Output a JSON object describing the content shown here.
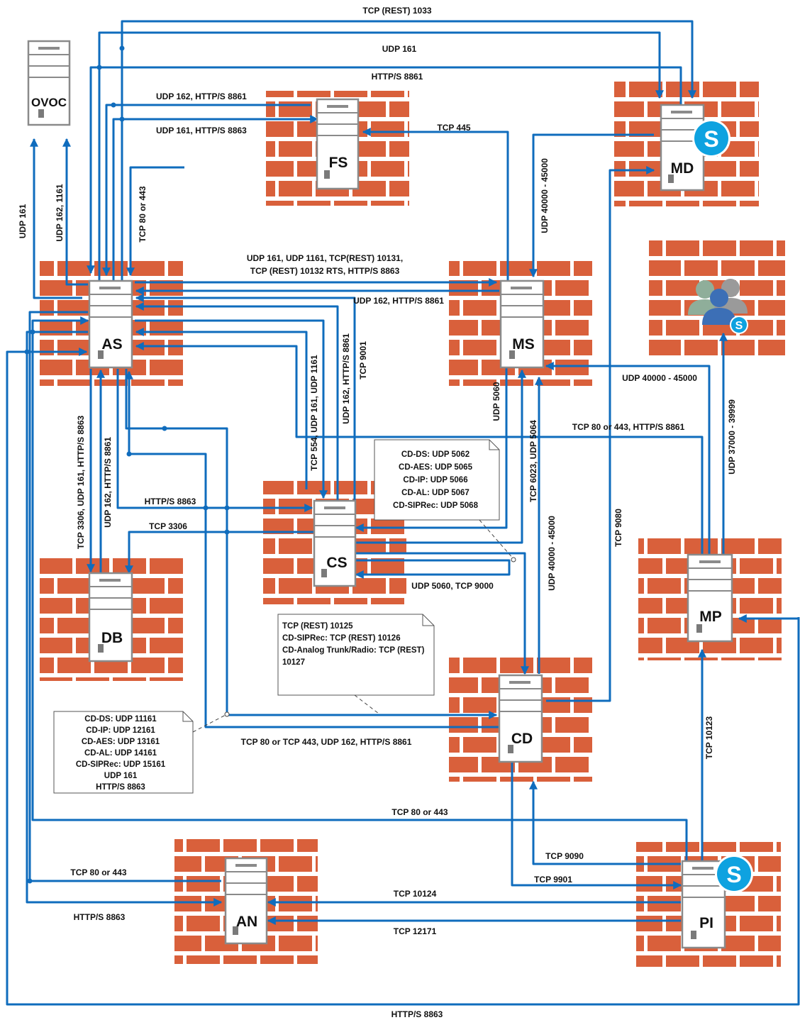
{
  "colors": {
    "line": "#0f6cbd",
    "brick": "#d9603b",
    "mortar": "#ffffff",
    "server_fill": "#ffffff",
    "server_stroke": "#8a8a8a",
    "skype": "#0ea2e0",
    "text": "#111111"
  },
  "servers": {
    "ovoc": "OVOC",
    "fs": "FS",
    "md": "MD",
    "as": "AS",
    "ms": "MS",
    "cs": "CS",
    "db": "DB",
    "cd": "CD",
    "mp": "MP",
    "an": "AN",
    "pi": "PI"
  },
  "icons": {
    "skype_md": "skype-icon",
    "skype_pi": "skype-icon",
    "users_group": "users-group-icon",
    "skype_users": "skype-icon"
  },
  "labels": {
    "tcp_rest_1033": "TCP (REST) 1033",
    "udp_161_top": "UDP 161",
    "https_8861_top": "HTTP/S 8861",
    "udp162_https8861_fs": "UDP 162, HTTP/S 8861",
    "udp161_https8863_fs": "UDP 161, HTTP/S 8863",
    "tcp_445": "TCP 445",
    "udp_161_left": "UDP 161",
    "udp_162_1161": "UDP 162, 1161",
    "tcp_80_443_as": "TCP 80 or 443",
    "udp_40000_45000_md": "UDP 40000 - 45000",
    "as_ms_line1": "UDP 161, UDP  1161, TCP(REST) 10131,",
    "as_ms_line2": "TCP (REST) 10132 RTS, HTTP/S 8863",
    "udp162_https8861_ms": "UDP 162, HTTP/S 8861",
    "tcp_9001": "TCP 9001",
    "udp162_https8861_cs": "UDP 162, HTTP/S 8861",
    "tcp554_udp161_1161": "TCP 554, UDP 161, UDP 1161",
    "udp_5060_ms": "UDP 5060",
    "udp_40000_45000_mp": "UDP 40000 - 45000",
    "tcp80_443_https8861_mp": "TCP 80 or 443, HTTP/S 8861",
    "udp_37000_39999": "UDP 37000 - 39999",
    "tcp6023_udp5064": "TCP 6023, UDP 5064",
    "tcp3306_udp161_https8863": "TCP 3306, UDP 161, HTTP/S 8863",
    "udp162_https8861_db": "UDP 162, HTTP/S 8861",
    "https_8863_cs": "HTTP/S 8863",
    "tcp_3306": "TCP 3306",
    "udp5060_tcp9000": "UDP 5060, TCP 9000",
    "udp_40000_45000_cd": "UDP 40000 - 45000",
    "tcp_9080": "TCP 9080",
    "tcp80_443_udp162_cd": "TCP 80 or TCP 443, UDP 162, HTTP/S 8861",
    "tcp_10123": "TCP 10123",
    "tcp_80_443_pi": "TCP 80 or 443",
    "tcp_9090": "TCP 9090",
    "tcp_9901": "TCP 9901",
    "tcp_80_443_an": "TCP 80 or 443",
    "tcp_10124": "TCP 10124",
    "https_8863_an": "HTTP/S 8863",
    "tcp_12171": "TCP 12171",
    "https_8863_bottom": "HTTP/S 8863"
  },
  "notes": {
    "cd_ms": [
      "CD-DS: UDP 5062",
      "CD-AES: UDP 5065",
      "CD-IP: UDP 5066",
      "CD-AL: UDP 5067",
      "CD-SIPRec: UDP 5068"
    ],
    "cd_cs": [
      "TCP (REST) 10125",
      "CD-SIPRec: TCP (REST) 10126",
      "CD-Analog Trunk/Radio: TCP (REST)",
      "10127"
    ],
    "cd_as": [
      "CD-DS: UDP 11161",
      "CD-IP: UDP 12161",
      "CD-AES: UDP 13161",
      "CD-AL: UDP 14161",
      "CD-SIPRec: UDP 15161",
      "UDP 161",
      "HTTP/S 8863"
    ]
  }
}
